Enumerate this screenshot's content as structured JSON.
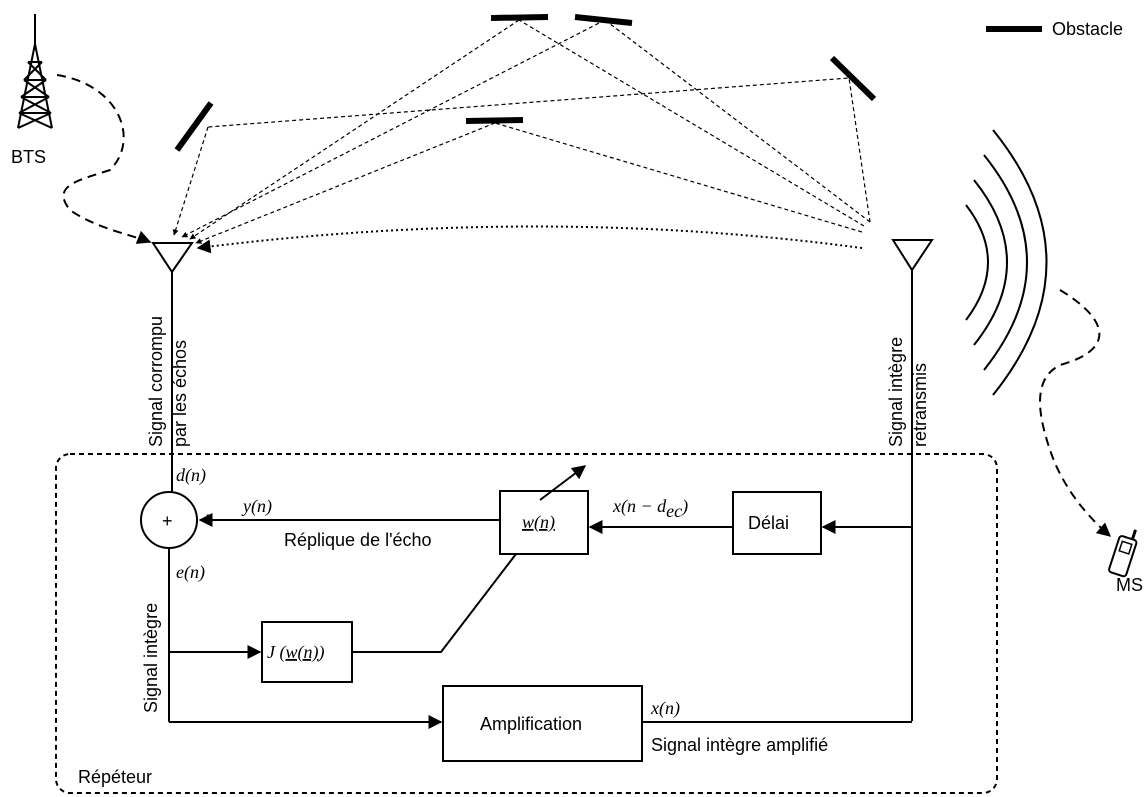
{
  "legend": {
    "obstacle_label": "Obstacle"
  },
  "stations": {
    "bts_label": "BTS",
    "ms_label": "MS"
  },
  "antennas": {
    "left_caption_line1": "Signal corrompu",
    "left_caption_line2": "par les échos",
    "right_caption_line1": "Signal intègre",
    "right_caption_line2": "retransmis"
  },
  "repeater": {
    "label": "Répéteur",
    "sum_symbol": "+",
    "minus_sign": "-",
    "d_n": "d(n)",
    "e_n": "e(n)",
    "y_n": "y(n)",
    "x_n": "x(n)",
    "x_delayed": "x(n − d",
    "x_delayed_sub": "ec",
    "x_delayed_close": ")",
    "echo_replica_label": "Réplique de l'écho",
    "integrity_signal_label": "Signal intègre",
    "amplified_signal_label": "Signal intègre amplifié",
    "filter_block": "w(n)",
    "cost_block_prefix": "J (",
    "cost_block_arg": "w(n)",
    "cost_block_suffix": ")",
    "delay_block": "Délai",
    "amplification_block": "Amplification"
  }
}
